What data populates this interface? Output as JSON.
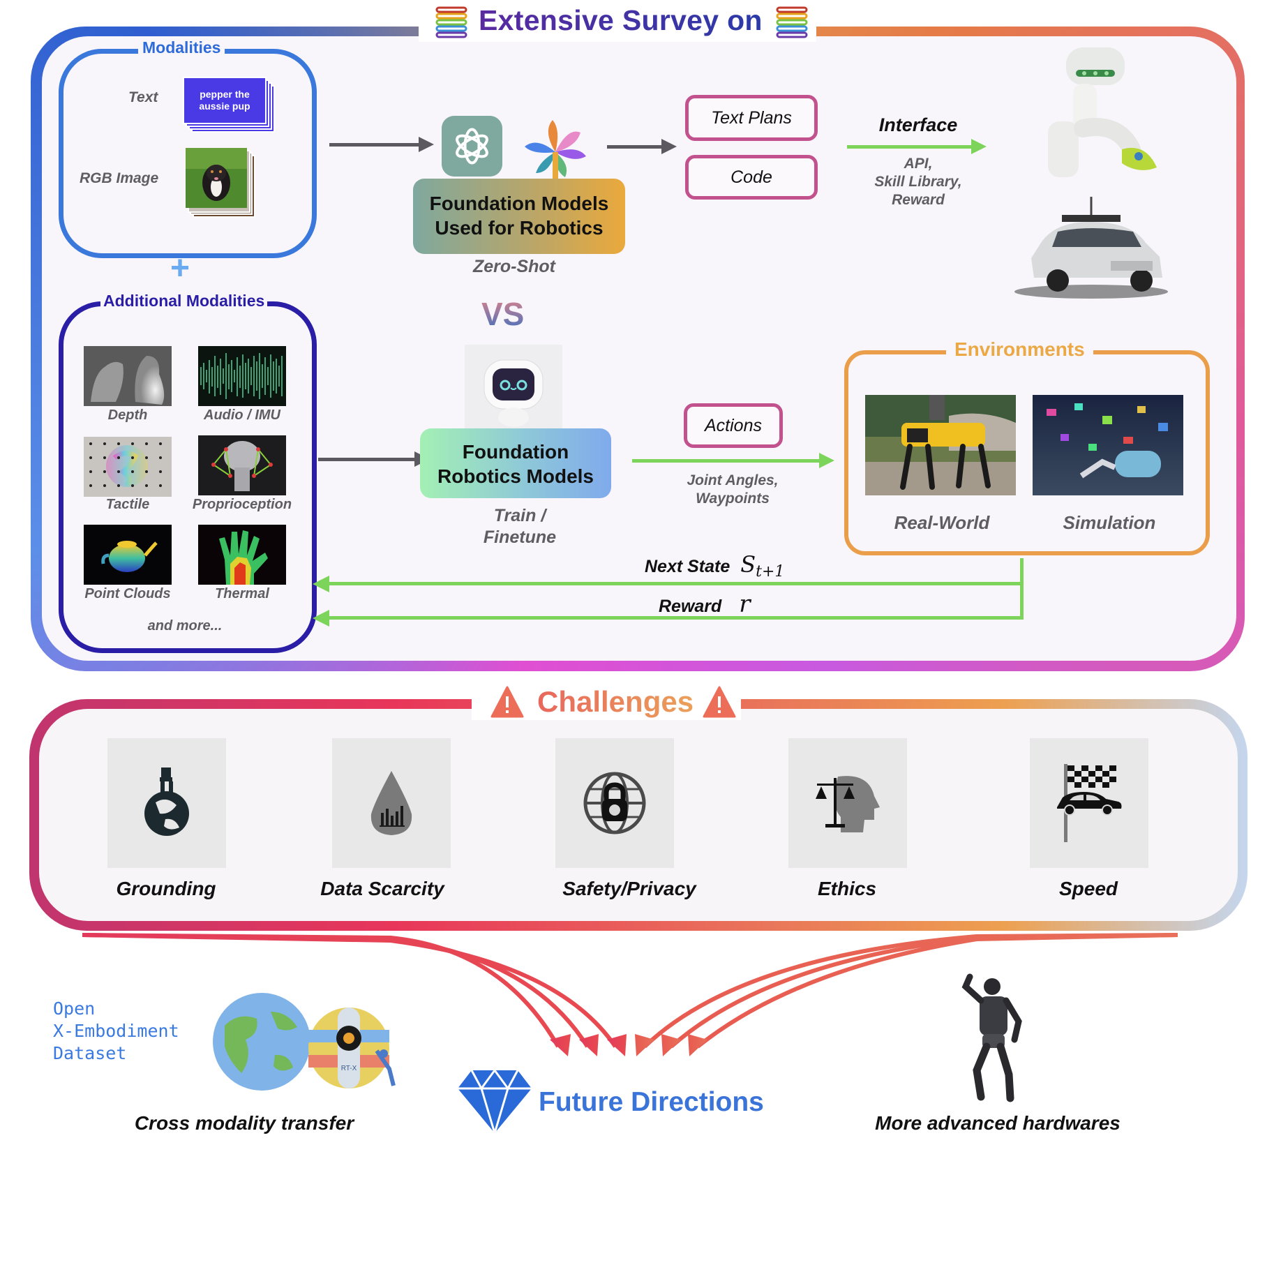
{
  "header": {
    "title": "Extensive Survey on",
    "left_icon": "rainbow-books-icon",
    "right_icon": "rainbow-books-icon"
  },
  "modalities": {
    "label": "Modalities",
    "items": [
      {
        "label": "Text",
        "sample": "pepper the aussie pup"
      },
      {
        "label": "RGB Image",
        "image": "puppy-photo"
      }
    ],
    "connector": "+"
  },
  "additional_modalities": {
    "label": "Additional Modalities",
    "items": [
      {
        "label": "Depth"
      },
      {
        "label": "Audio / IMU"
      },
      {
        "label": "Tactile"
      },
      {
        "label": "Proprioception"
      },
      {
        "label": "Point Clouds"
      },
      {
        "label": "Thermal"
      }
    ],
    "more": "and more..."
  },
  "zero_shot_path": {
    "model_box": "Foundation Models Used for Robotics",
    "model_box_lines": [
      "Foundation Models",
      "Used for Robotics"
    ],
    "caption": "Zero-Shot",
    "icons": [
      "openai-icon",
      "gemini-pinwheel-icon"
    ],
    "outputs": [
      "Text Plans",
      "Code"
    ],
    "interface": {
      "label": "Interface",
      "sub_lines": [
        "API,",
        "Skill Library,",
        "Reward"
      ]
    },
    "targets": [
      "robot-arm-photo",
      "autonomous-car-photo"
    ]
  },
  "vs_label": "VS",
  "train_path": {
    "model_box_lines": [
      "Foundation",
      "Robotics Models"
    ],
    "caption_lines": [
      "Train /",
      "Finetune"
    ],
    "actions": {
      "label": "Actions",
      "sub_lines": [
        "Joint Angles,",
        "Waypoints"
      ]
    }
  },
  "environments": {
    "label": "Environments",
    "items": [
      {
        "label": "Real-World",
        "image": "quadruped-robot-photo"
      },
      {
        "label": "Simulation",
        "image": "simulation-render"
      }
    ]
  },
  "feedback": {
    "next_state_label": "Next State",
    "next_state_symbol": "S",
    "next_state_subscript": "t+1",
    "reward_label": "Reward",
    "reward_symbol": "r"
  },
  "challenges": {
    "title": "Challenges",
    "items": [
      {
        "label": "Grounding",
        "icon": "grounding-globe-hand-icon"
      },
      {
        "label": "Data Scarcity",
        "icon": "data-drop-icon"
      },
      {
        "label": "Safety/Privacy",
        "icon": "globe-lock-icon"
      },
      {
        "label": "Ethics",
        "icon": "scales-head-icon"
      },
      {
        "label": "Speed",
        "icon": "checkered-flag-car-icon"
      }
    ]
  },
  "future_directions": {
    "title": "Future Directions",
    "dataset_lines": [
      "Open",
      "X-Embodiment",
      "Dataset"
    ],
    "rtx_badge": "RT-X",
    "left_caption": "Cross modality transfer",
    "right_caption": "More advanced hardwares"
  },
  "colors": {
    "modalities_blue": "#3a78dc",
    "additional_indigo": "#2a1ea6",
    "output_pink": "#c2528e",
    "interface_green": "#7dd45a",
    "environment_orange": "#eb9e4a",
    "challenge_red": "#e8365a",
    "future_blue": "#3a74d8"
  }
}
